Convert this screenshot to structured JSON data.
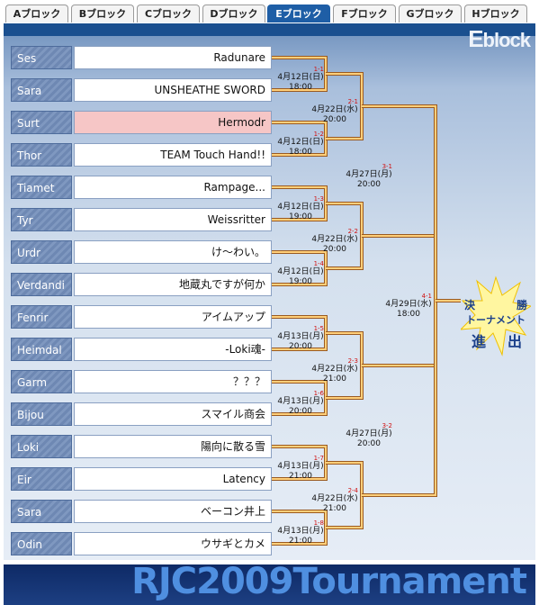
{
  "tabs": [
    {
      "label": "Aブロック",
      "active": false
    },
    {
      "label": "Bブロック",
      "active": false
    },
    {
      "label": "Cブロック",
      "active": false
    },
    {
      "label": "Dブロック",
      "active": false
    },
    {
      "label": "Eブロック",
      "active": true
    },
    {
      "label": "Fブロック",
      "active": false
    },
    {
      "label": "Gブロック",
      "active": false
    },
    {
      "label": "Hブロック",
      "active": false
    }
  ],
  "header": {
    "block_big": "E",
    "block_small": "block"
  },
  "rows": [
    {
      "label": "Ses",
      "team": "Radunare"
    },
    {
      "label": "Sara",
      "team": "UNSHEATHE SWORD"
    },
    {
      "label": "Surt",
      "team": "Hermodr",
      "highlight": true
    },
    {
      "label": "Thor",
      "team": "TEAM Touch Hand!!"
    },
    {
      "label": "Tiamet",
      "team": "Rampage..."
    },
    {
      "label": "Tyr",
      "team": "Weissritter"
    },
    {
      "label": "Urdr",
      "team": "け〜わい。"
    },
    {
      "label": "Verdandi",
      "team": "地蔵丸ですが何か"
    },
    {
      "label": "Fenrir",
      "team": "アイムアップ"
    },
    {
      "label": "Heimdal",
      "team": "-Loki魂-"
    },
    {
      "label": "Garm",
      "team": "？？？"
    },
    {
      "label": "Bijou",
      "team": "スマイル商会"
    },
    {
      "label": "Loki",
      "team": "陽向に散る雪"
    },
    {
      "label": "Eir",
      "team": "Latency"
    },
    {
      "label": "Sara",
      "team": "ベーコン井上"
    },
    {
      "label": "Odin",
      "team": "ウサギとカメ"
    }
  ],
  "round1": [
    {
      "no": "1-1",
      "date": "4月12日(日)",
      "time": "18:00"
    },
    {
      "no": "1-2",
      "date": "4月12日(日)",
      "time": "18:00"
    },
    {
      "no": "1-3",
      "date": "4月12日(日)",
      "time": "19:00"
    },
    {
      "no": "1-4",
      "date": "4月12日(日)",
      "time": "19:00"
    },
    {
      "no": "1-5",
      "date": "4月13日(月)",
      "time": "20:00"
    },
    {
      "no": "1-6",
      "date": "4月13日(月)",
      "time": "20:00"
    },
    {
      "no": "1-7",
      "date": "4月13日(月)",
      "time": "21:00"
    },
    {
      "no": "1-8",
      "date": "4月13日(月)",
      "time": "21:00"
    }
  ],
  "round2": [
    {
      "no": "2-1",
      "date": "4月22日(水)",
      "time": "20:00"
    },
    {
      "no": "2-2",
      "date": "4月22日(水)",
      "time": "20:00"
    },
    {
      "no": "2-3",
      "date": "4月22日(水)",
      "time": "21:00"
    },
    {
      "no": "2-4",
      "date": "4月22日(水)",
      "time": "21:00"
    }
  ],
  "round3": [
    {
      "no": "3-1",
      "date": "4月27日(月)",
      "time": "20:00"
    },
    {
      "no": "3-2",
      "date": "4月27日(月)",
      "time": "20:00"
    }
  ],
  "round4": [
    {
      "no": "4-1",
      "date": "4月29日(水)",
      "time": "18:00"
    }
  ],
  "final_badge": {
    "line1_left": "決",
    "line1_right": "勝",
    "line2": "トーナメント",
    "line3_left": "進",
    "line3_right": "出"
  },
  "banner": {
    "title": "RJC2009Tournament"
  },
  "colors": {
    "accent": "#1e5ea6",
    "bracket_line": "#e8a040",
    "highlight": "#f6c6c6",
    "date_red": "#d01010"
  }
}
